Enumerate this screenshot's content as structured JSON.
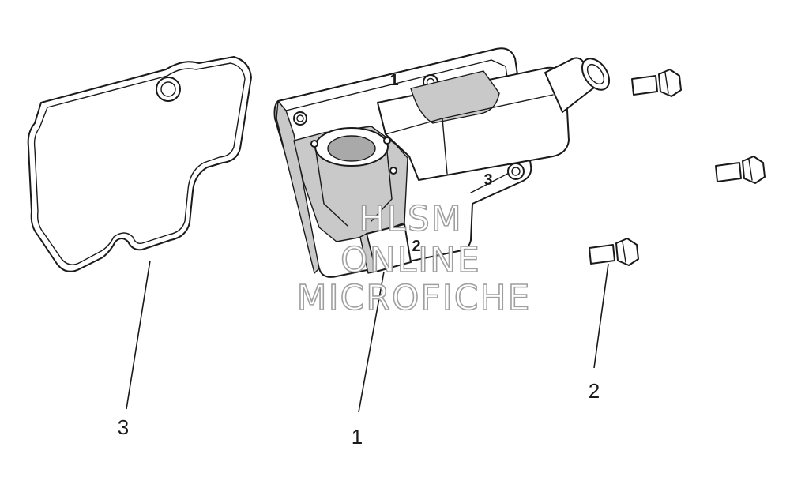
{
  "callouts": {
    "part_1": "1",
    "part_2": "2",
    "part_3": "3"
  },
  "cast_marks": {
    "mark_1": "1",
    "mark_2": "2",
    "mark_3": "3"
  },
  "watermark": {
    "line1": "HLSM",
    "line2": "ONLINE",
    "line3": "MICROFICHE"
  },
  "colors": {
    "line": "#1a1a1a",
    "shade": "#c9c9c9",
    "watermark_outline": "#9a9a9a",
    "background": "#ffffff"
  }
}
